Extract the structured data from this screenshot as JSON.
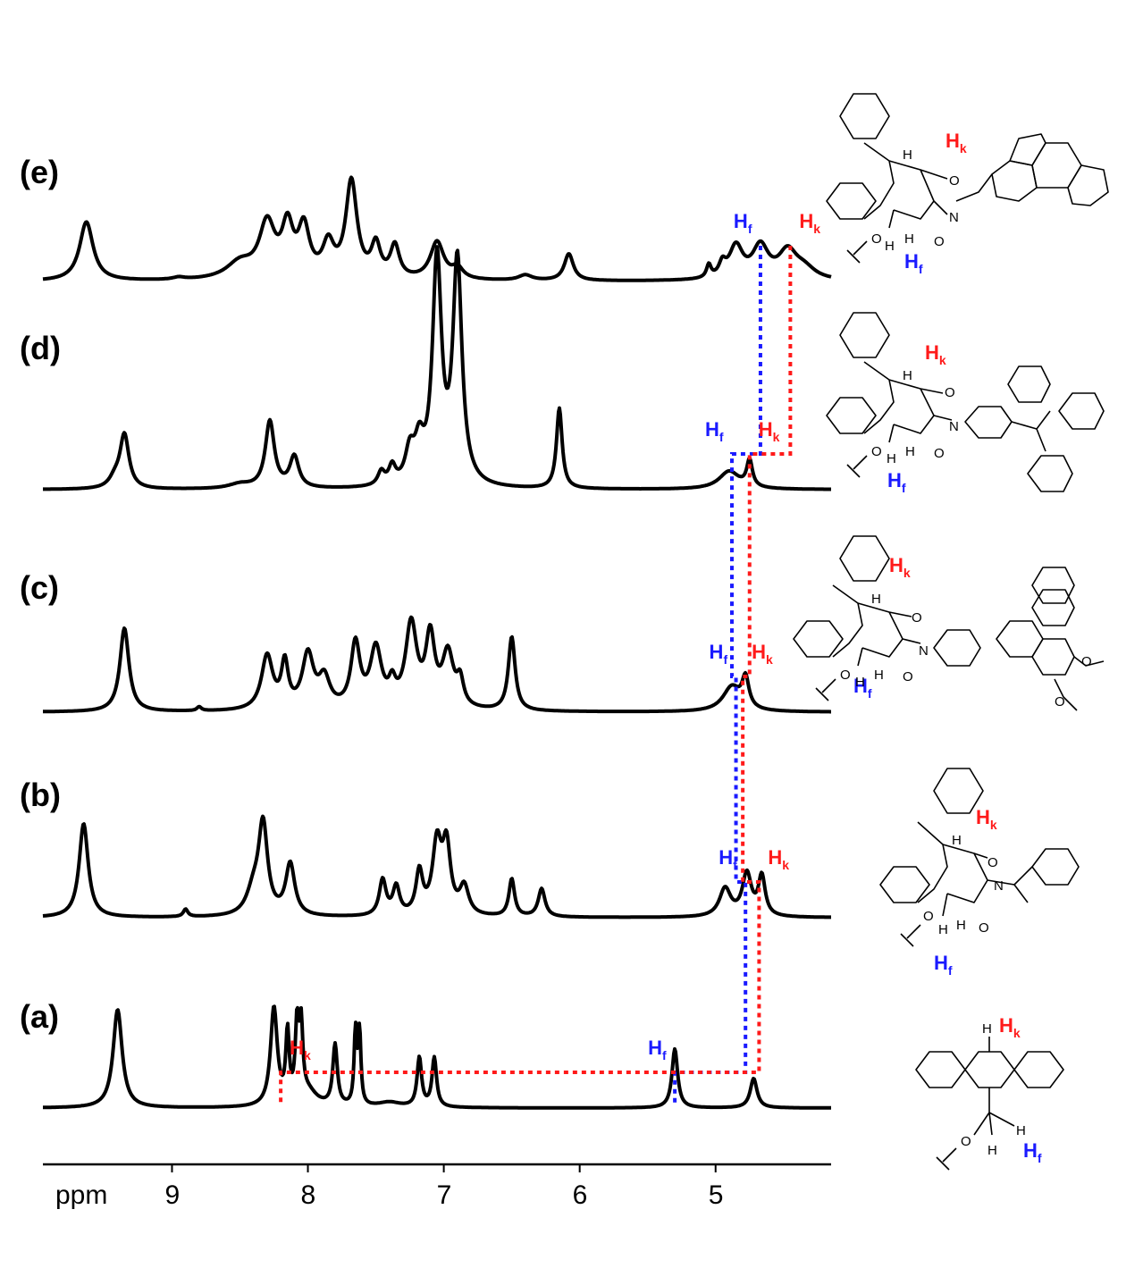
{
  "chart_data": {
    "type": "line",
    "xlabel": "ppm",
    "xlim": [
      9.95,
      4.15
    ],
    "x_reversed": true,
    "xticks": [
      "9",
      "8",
      "7",
      "6",
      "5"
    ],
    "colors": {
      "Hf": "#1a1aff",
      "Hk": "#ff1a1a",
      "trace": "#000000"
    },
    "proton_labels": {
      "Hf": {
        "main": "H",
        "sub": "f"
      },
      "Hk": {
        "main": "H",
        "sub": "k"
      }
    },
    "series": [
      {
        "label": "(a)",
        "Hf_ppm": 5.3,
        "Hk_ppm": 8.2,
        "peaks": [
          [
            9.4,
            1.0,
            0.04
          ],
          [
            8.25,
            1.0,
            0.03
          ],
          [
            8.15,
            0.7,
            0.015
          ],
          [
            8.08,
            0.75,
            0.015
          ],
          [
            8.05,
            0.72,
            0.015
          ],
          [
            7.8,
            0.62,
            0.02
          ],
          [
            7.65,
            0.74,
            0.012
          ],
          [
            7.62,
            0.74,
            0.012
          ],
          [
            7.18,
            0.5,
            0.02
          ],
          [
            7.07,
            0.5,
            0.02
          ],
          [
            5.3,
            0.6,
            0.025
          ],
          [
            4.72,
            0.3,
            0.03
          ],
          [
            8.0,
            0.15,
            0.08
          ],
          [
            7.4,
            0.05,
            0.1
          ]
        ]
      },
      {
        "label": "(b)",
        "Hf_ppm": 4.78,
        "Hk_ppm": 4.68,
        "peaks": [
          [
            9.65,
            1.0,
            0.04
          ],
          [
            8.33,
            0.95,
            0.04
          ],
          [
            8.4,
            0.25,
            0.06
          ],
          [
            8.13,
            0.55,
            0.04
          ],
          [
            8.9,
            0.08,
            0.02
          ],
          [
            7.45,
            0.38,
            0.03
          ],
          [
            7.35,
            0.3,
            0.03
          ],
          [
            7.18,
            0.45,
            0.03
          ],
          [
            7.05,
            0.75,
            0.04
          ],
          [
            6.98,
            0.7,
            0.035
          ],
          [
            6.85,
            0.3,
            0.04
          ],
          [
            6.5,
            0.4,
            0.025
          ],
          [
            6.28,
            0.3,
            0.03
          ],
          [
            4.93,
            0.3,
            0.05
          ],
          [
            4.77,
            0.45,
            0.04
          ],
          [
            4.66,
            0.42,
            0.03
          ]
        ]
      },
      {
        "label": "(c)",
        "Hf_ppm": 4.85,
        "Hk_ppm": 4.8,
        "peaks": [
          [
            9.35,
            0.85,
            0.04
          ],
          [
            8.8,
            0.04,
            0.02
          ],
          [
            8.3,
            0.55,
            0.05
          ],
          [
            8.17,
            0.45,
            0.03
          ],
          [
            8.0,
            0.55,
            0.05
          ],
          [
            7.88,
            0.3,
            0.05
          ],
          [
            7.65,
            0.65,
            0.04
          ],
          [
            7.5,
            0.6,
            0.05
          ],
          [
            7.38,
            0.2,
            0.03
          ],
          [
            7.24,
            0.85,
            0.05
          ],
          [
            7.1,
            0.7,
            0.04
          ],
          [
            6.97,
            0.55,
            0.05
          ],
          [
            6.88,
            0.25,
            0.03
          ],
          [
            6.5,
            0.75,
            0.03
          ],
          [
            4.88,
            0.25,
            0.08
          ],
          [
            4.78,
            0.3,
            0.03
          ]
        ]
      },
      {
        "label": "(d)",
        "Hf_ppm": 4.88,
        "Hk_ppm": 4.75,
        "peaks": [
          [
            9.35,
            0.6,
            0.04
          ],
          [
            9.42,
            0.1,
            0.05
          ],
          [
            8.28,
            0.75,
            0.04
          ],
          [
            8.1,
            0.35,
            0.04
          ],
          [
            7.46,
            0.15,
            0.03
          ],
          [
            7.38,
            0.2,
            0.03
          ],
          [
            7.25,
            0.35,
            0.04
          ],
          [
            7.18,
            0.4,
            0.04
          ],
          [
            7.05,
            2.5,
            0.04
          ],
          [
            6.9,
            2.5,
            0.04
          ],
          [
            6.15,
            0.9,
            0.025
          ],
          [
            4.9,
            0.2,
            0.09
          ],
          [
            4.75,
            0.3,
            0.025
          ],
          [
            8.5,
            0.05,
            0.1
          ]
        ]
      },
      {
        "label": "(e)",
        "Hf_ppm": 4.67,
        "Hk_ppm": 4.45,
        "peaks": [
          [
            9.63,
            0.55,
            0.06
          ],
          [
            8.95,
            0.02,
            0.05
          ],
          [
            8.3,
            0.5,
            0.07
          ],
          [
            8.15,
            0.45,
            0.05
          ],
          [
            8.03,
            0.45,
            0.05
          ],
          [
            7.85,
            0.3,
            0.05
          ],
          [
            7.68,
            0.9,
            0.05
          ],
          [
            7.5,
            0.3,
            0.04
          ],
          [
            7.36,
            0.3,
            0.04
          ],
          [
            7.05,
            0.35,
            0.06
          ],
          [
            6.9,
            0.1,
            0.05
          ],
          [
            6.4,
            0.05,
            0.06
          ],
          [
            6.08,
            0.25,
            0.04
          ],
          [
            5.05,
            0.12,
            0.02
          ],
          [
            4.95,
            0.12,
            0.03
          ],
          [
            4.85,
            0.3,
            0.06
          ],
          [
            4.67,
            0.3,
            0.07
          ],
          [
            4.47,
            0.25,
            0.08
          ],
          [
            8.5,
            0.15,
            0.12
          ],
          [
            4.35,
            0.1,
            0.1
          ]
        ]
      }
    ]
  }
}
